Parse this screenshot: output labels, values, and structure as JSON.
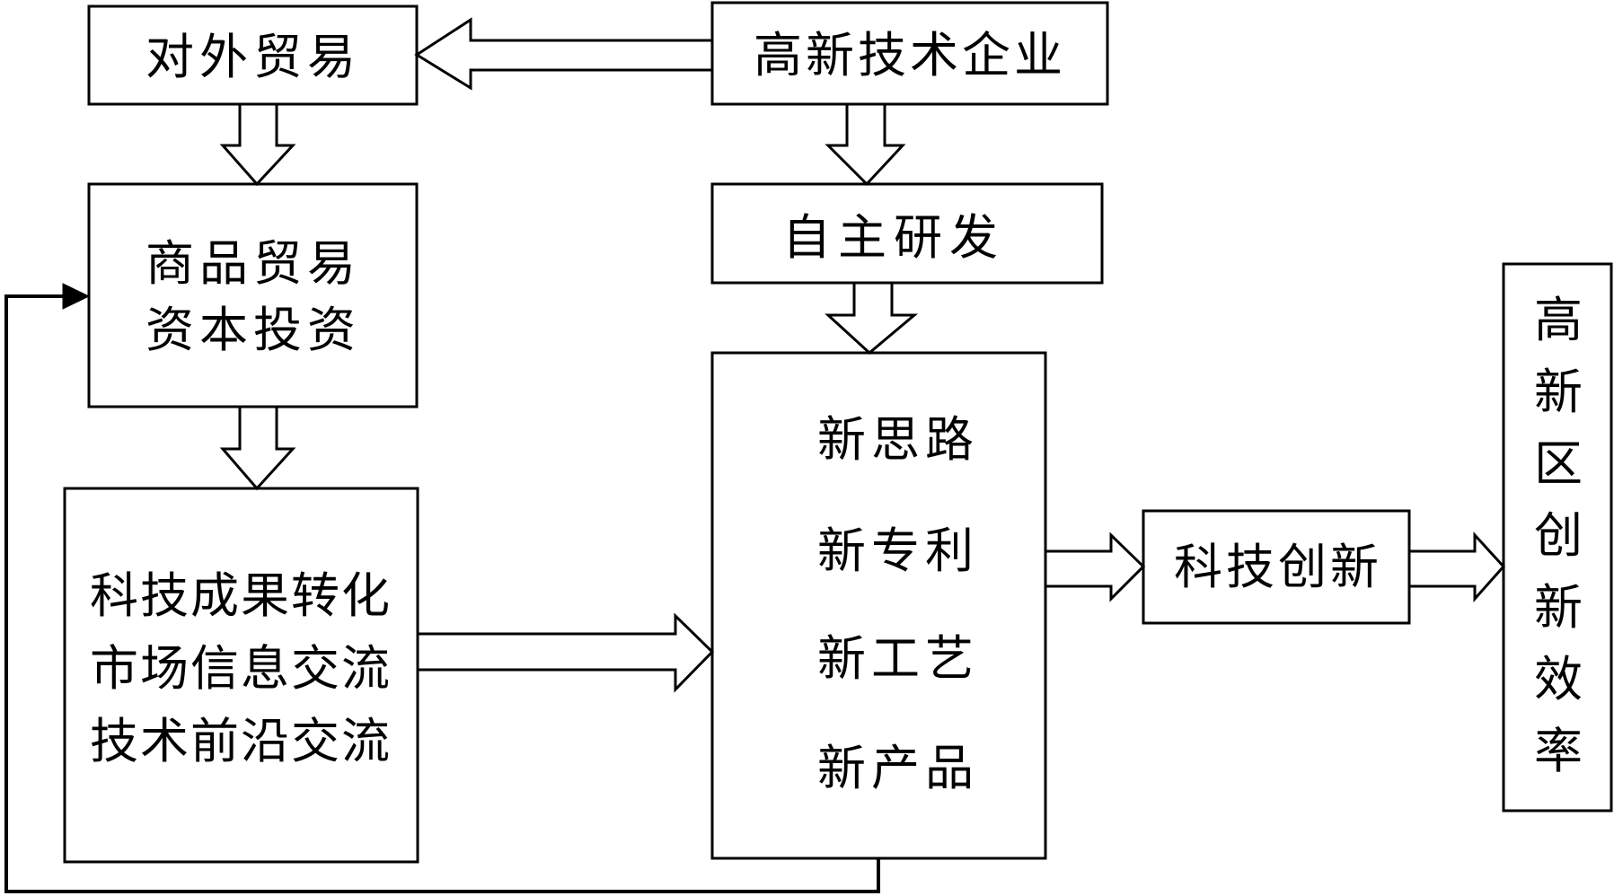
{
  "nodes": {
    "foreign_trade": "对外贸易",
    "hightech_enterprise": "高新技术企业",
    "goods_trade": [
      "商品贸易",
      "资本投资"
    ],
    "independent_rd": "自主研发",
    "tech_transfer": [
      "科技成果转化",
      "市场信息交流",
      "技术前沿交流"
    ],
    "new_items": [
      "新思路",
      "新专利",
      "新工艺",
      "新产品"
    ],
    "tech_innovation": "科技创新",
    "efficiency": [
      "高",
      "新",
      "区",
      "创",
      "新",
      "效",
      "率"
    ]
  },
  "colors": {
    "stroke": "#000000",
    "fill": "#ffffff"
  }
}
